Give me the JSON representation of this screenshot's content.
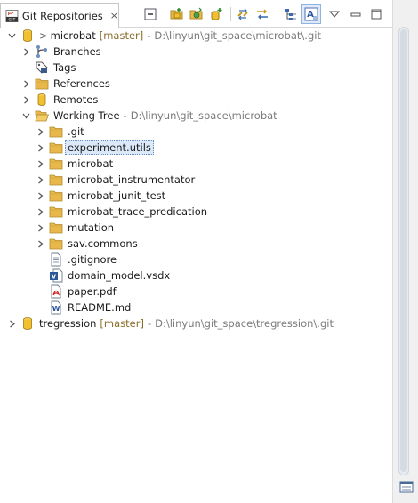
{
  "view": {
    "tab_title": "Git Repositories",
    "tab_close_glyph": "×"
  },
  "toolbar": {
    "buttons": [
      {
        "name": "collapse-all-icon"
      },
      {
        "name": "add-existing-repo-icon"
      },
      {
        "name": "clone-repo-icon"
      },
      {
        "name": "create-repo-icon"
      },
      {
        "name": "link-with-editor-icon"
      },
      {
        "name": "link-with-selection-icon"
      },
      {
        "name": "hierarchical-layout-icon"
      },
      {
        "name": "show-filter-icon"
      },
      {
        "name": "view-menu-icon"
      },
      {
        "name": "minimize-icon"
      },
      {
        "name": "maximize-icon"
      }
    ]
  },
  "tree": {
    "repo1": {
      "prefix": ">",
      "name": "microbat",
      "branch": "[master]",
      "dash": "-",
      "path": "D:\\linyun\\git_space\\microbat\\.git"
    },
    "branches": "Branches",
    "tags": "Tags",
    "references": "References",
    "remotes": "Remotes",
    "working_tree": {
      "label": "Working Tree",
      "dash": "-",
      "path": "D:\\linyun\\git_space\\microbat"
    },
    "folders": [
      ".git",
      "experiment.utils",
      "microbat",
      "microbat_instrumentator",
      "microbat_junit_test",
      "microbat_trace_predication",
      "mutation",
      "sav.commons"
    ],
    "files": [
      ".gitignore",
      "domain_model.vsdx",
      "paper.pdf",
      "README.md"
    ],
    "repo2": {
      "name": "tregression",
      "branch": "[master]",
      "dash": "-",
      "path": "D:\\linyun\\git_space\\tregression\\.git"
    }
  },
  "colors": {
    "folder": "#e8b94a",
    "repo_cylinder": "#f0c030",
    "selection": "#dbe8f8",
    "decoration": "#8a6d2b",
    "path_gray": "#7a7a7a"
  }
}
